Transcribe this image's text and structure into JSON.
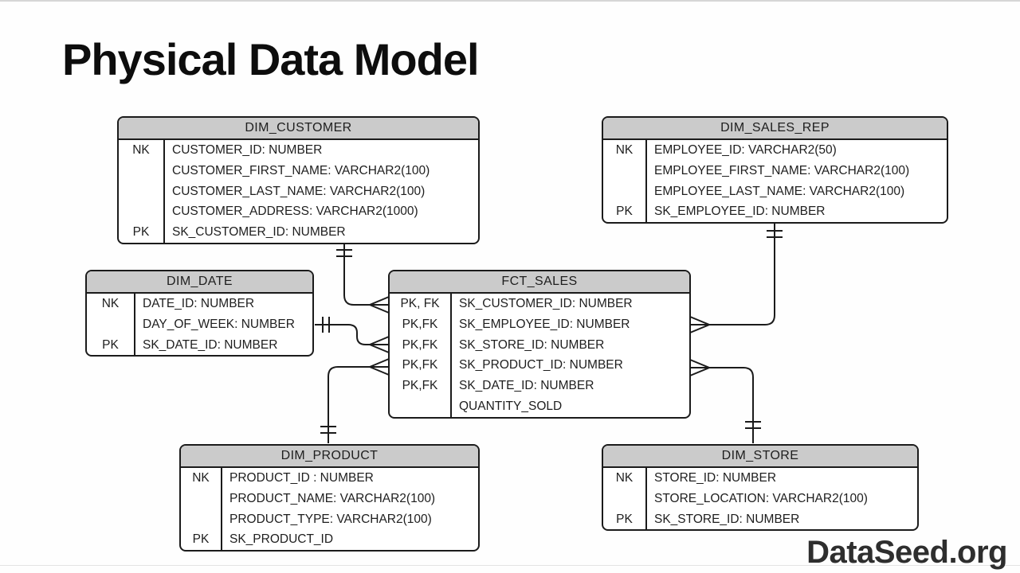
{
  "page": {
    "title": "Physical Data Model",
    "watermark": "DataSeed.org"
  },
  "colors": {
    "header_fill": "#cbcbcb",
    "line": "#1b1b1b",
    "text": "#1e1e1e",
    "background": "#ffffff"
  },
  "tables": [
    {
      "name": "DIM_CUSTOMER",
      "rows": [
        {
          "key": "NK",
          "field": "CUSTOMER_ID: NUMBER"
        },
        {
          "key": "",
          "field": "CUSTOMER_FIRST_NAME: VARCHAR2(100)"
        },
        {
          "key": "",
          "field": "CUSTOMER_LAST_NAME: VARCHAR2(100)"
        },
        {
          "key": "",
          "field": "CUSTOMER_ADDRESS: VARCHAR2(1000)"
        },
        {
          "key": "PK",
          "field": "SK_CUSTOMER_ID: NUMBER"
        }
      ]
    },
    {
      "name": "DIM_SALES_REP",
      "rows": [
        {
          "key": "NK",
          "field": "EMPLOYEE_ID: VARCHAR2(50)"
        },
        {
          "key": "",
          "field": "EMPLOYEE_FIRST_NAME: VARCHAR2(100)"
        },
        {
          "key": "",
          "field": "EMPLOYEE_LAST_NAME: VARCHAR2(100)"
        },
        {
          "key": "PK",
          "field": "SK_EMPLOYEE_ID: NUMBER"
        }
      ]
    },
    {
      "name": "DIM_DATE",
      "rows": [
        {
          "key": "NK",
          "field": "DATE_ID: NUMBER"
        },
        {
          "key": "",
          "field": "DAY_OF_WEEK: NUMBER"
        },
        {
          "key": "PK",
          "field": "SK_DATE_ID: NUMBER"
        }
      ]
    },
    {
      "name": "FCT_SALES",
      "rows": [
        {
          "key": "PK, FK",
          "field": "SK_CUSTOMER_ID: NUMBER"
        },
        {
          "key": "PK,FK",
          "field": "SK_EMPLOYEE_ID: NUMBER"
        },
        {
          "key": "PK,FK",
          "field": "SK_STORE_ID: NUMBER"
        },
        {
          "key": "PK,FK",
          "field": "SK_PRODUCT_ID: NUMBER"
        },
        {
          "key": "PK,FK",
          "field": "SK_DATE_ID: NUMBER"
        },
        {
          "key": "",
          "field": "QUANTITY_SOLD"
        }
      ]
    },
    {
      "name": "DIM_PRODUCT",
      "rows": [
        {
          "key": "NK",
          "field": "PRODUCT_ID : NUMBER"
        },
        {
          "key": "",
          "field": "PRODUCT_NAME: VARCHAR2(100)"
        },
        {
          "key": "",
          "field": "PRODUCT_TYPE: VARCHAR2(100)"
        },
        {
          "key": "PK",
          "field": "SK_PRODUCT_ID"
        }
      ]
    },
    {
      "name": "DIM_STORE",
      "rows": [
        {
          "key": "NK",
          "field": "STORE_ID: NUMBER"
        },
        {
          "key": "",
          "field": "STORE_LOCATION: VARCHAR2(100)"
        },
        {
          "key": "PK",
          "field": "SK_STORE_ID: NUMBER"
        }
      ]
    }
  ],
  "relationships": [
    {
      "from": "DIM_CUSTOMER",
      "to": "FCT_SALES",
      "cardinality": "one-to-many"
    },
    {
      "from": "DIM_SALES_REP",
      "to": "FCT_SALES",
      "cardinality": "one-to-many"
    },
    {
      "from": "DIM_DATE",
      "to": "FCT_SALES",
      "cardinality": "one-to-many"
    },
    {
      "from": "DIM_PRODUCT",
      "to": "FCT_SALES",
      "cardinality": "one-to-many"
    },
    {
      "from": "DIM_STORE",
      "to": "FCT_SALES",
      "cardinality": "one-to-many"
    }
  ]
}
